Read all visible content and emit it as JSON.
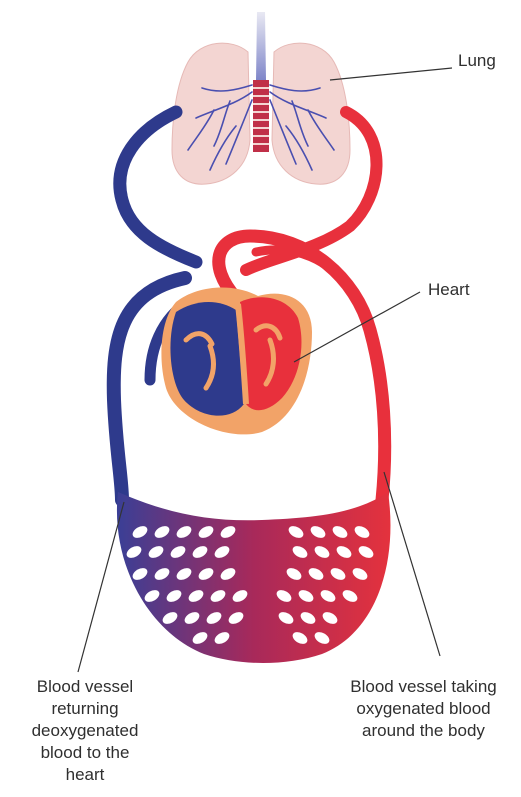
{
  "labels": {
    "lung": "Lung",
    "heart": "Heart",
    "vessel_returning": "Blood vessel\nreturning\ndeoxygenated\nblood to the\nheart",
    "vessel_taking": "Blood vessel taking\noxygenated blood\naround the body"
  },
  "colors": {
    "deoxygenated": "#2e3a8c",
    "oxygenated": "#e8303c",
    "lung_tissue": "#f3d5d2",
    "heart_muscle": "#f2a368",
    "capillary_mix": "#a0305a",
    "leader_line": "#333333"
  }
}
